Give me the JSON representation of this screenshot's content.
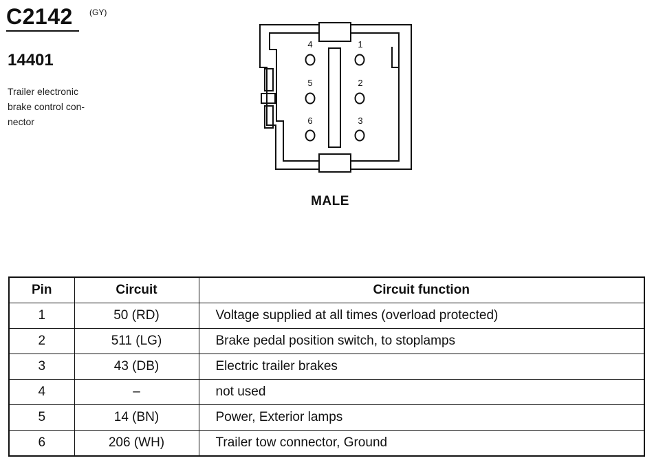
{
  "connector": {
    "id": "C2142",
    "color": "(GY)",
    "part_number": "14401",
    "description": "Trailer electronic\nbrake control con-\nnector",
    "gender": "MALE"
  },
  "pins_diagram": [
    {
      "label": "4"
    },
    {
      "label": "1"
    },
    {
      "label": "5"
    },
    {
      "label": "2"
    },
    {
      "label": "6"
    },
    {
      "label": "3"
    }
  ],
  "table": {
    "headers": {
      "pin": "Pin",
      "circuit": "Circuit",
      "function": "Circuit function"
    },
    "rows": [
      {
        "pin": "1",
        "circuit": "50 (RD)",
        "function": "Voltage supplied at all times (overload protected)"
      },
      {
        "pin": "2",
        "circuit": "511 (LG)",
        "function": "Brake pedal position switch, to stoplamps"
      },
      {
        "pin": "3",
        "circuit": "43 (DB)",
        "function": "Electric trailer brakes"
      },
      {
        "pin": "4",
        "circuit": "–",
        "function": "not used"
      },
      {
        "pin": "5",
        "circuit": "14 (BN)",
        "function": "Power, Exterior lamps"
      },
      {
        "pin": "6",
        "circuit": "206 (WH)",
        "function": "Trailer tow connector, Ground"
      }
    ]
  }
}
